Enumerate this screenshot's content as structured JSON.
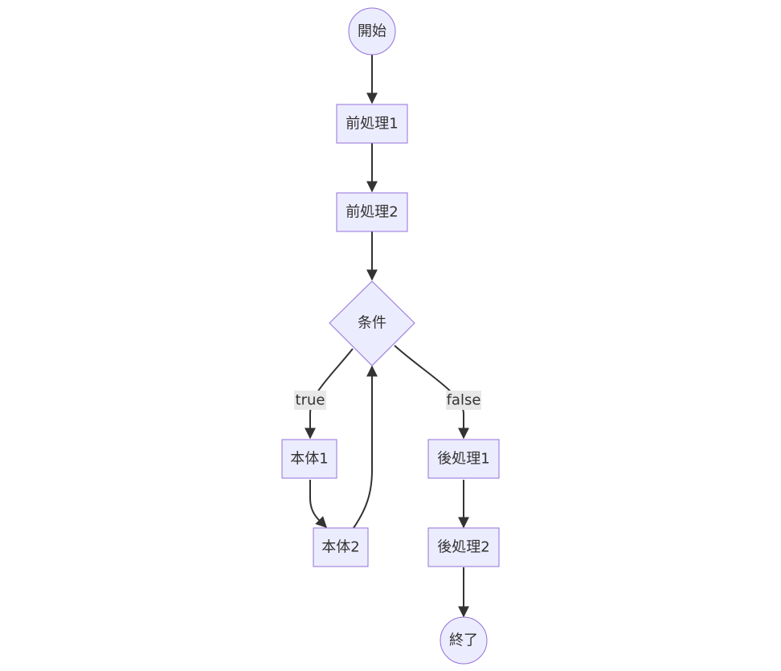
{
  "diagram": {
    "type": "flowchart",
    "colors": {
      "node_fill": "#ECECFF",
      "node_stroke": "#9370DB",
      "edge": "#333333",
      "edge_label_bg": "#e8e8e8",
      "text": "#333333"
    },
    "nodes": {
      "start": {
        "label": "開始",
        "shape": "circle"
      },
      "pre1": {
        "label": "前処理1",
        "shape": "rect"
      },
      "pre2": {
        "label": "前処理2",
        "shape": "rect"
      },
      "cond": {
        "label": "条件",
        "shape": "diamond"
      },
      "body1": {
        "label": "本体1",
        "shape": "rect"
      },
      "body2": {
        "label": "本体2",
        "shape": "rect"
      },
      "post1": {
        "label": "後処理1",
        "shape": "rect"
      },
      "post2": {
        "label": "後処理2",
        "shape": "rect"
      },
      "end": {
        "label": "終了",
        "shape": "circle"
      }
    },
    "edges": [
      {
        "from": "start",
        "to": "pre1",
        "label": ""
      },
      {
        "from": "pre1",
        "to": "pre2",
        "label": ""
      },
      {
        "from": "pre2",
        "to": "cond",
        "label": ""
      },
      {
        "from": "cond",
        "to": "body1",
        "label": "true"
      },
      {
        "from": "cond",
        "to": "post1",
        "label": "false"
      },
      {
        "from": "body1",
        "to": "body2",
        "label": ""
      },
      {
        "from": "body2",
        "to": "cond",
        "label": ""
      },
      {
        "from": "post1",
        "to": "post2",
        "label": ""
      },
      {
        "from": "post2",
        "to": "end",
        "label": ""
      }
    ]
  }
}
